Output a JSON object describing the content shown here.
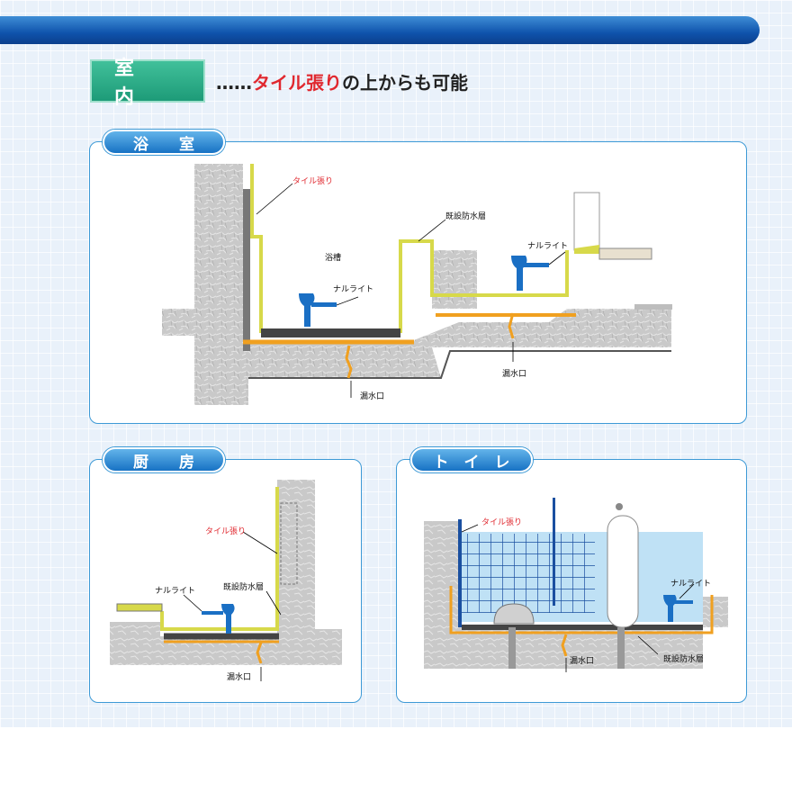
{
  "header": {
    "section": "室　内",
    "prefix": "……",
    "highlight": "タイル張り",
    "suffix": "の上からも可能"
  },
  "panels": {
    "bathroom": {
      "title": "浴　　室",
      "labels": {
        "tile": "タイル張り",
        "existing": "既設防水層",
        "tub": "浴槽",
        "narulite1": "ナルライト",
        "narulite2": "ナルライト",
        "leak1": "漏水口",
        "leak2": "漏水口"
      }
    },
    "kitchen": {
      "title": "厨　　房",
      "labels": {
        "tile": "タイル張り",
        "narulite": "ナルライト",
        "existing": "既設防水層",
        "leak": "漏水口"
      }
    },
    "toilet": {
      "title": "ト　イ　レ",
      "labels": {
        "tile": "タイル張り",
        "narulite": "ナルライト",
        "leak": "漏水口",
        "existing": "既設防水層"
      }
    }
  },
  "colors": {
    "bar": "#0f53ac",
    "tag": "#1d9b78",
    "accent": "#e0282f",
    "panel_border": "#3e9ad6",
    "seal": "#f0a020",
    "membrane": "#d7d94a",
    "narulite": "#1a6fc4"
  }
}
